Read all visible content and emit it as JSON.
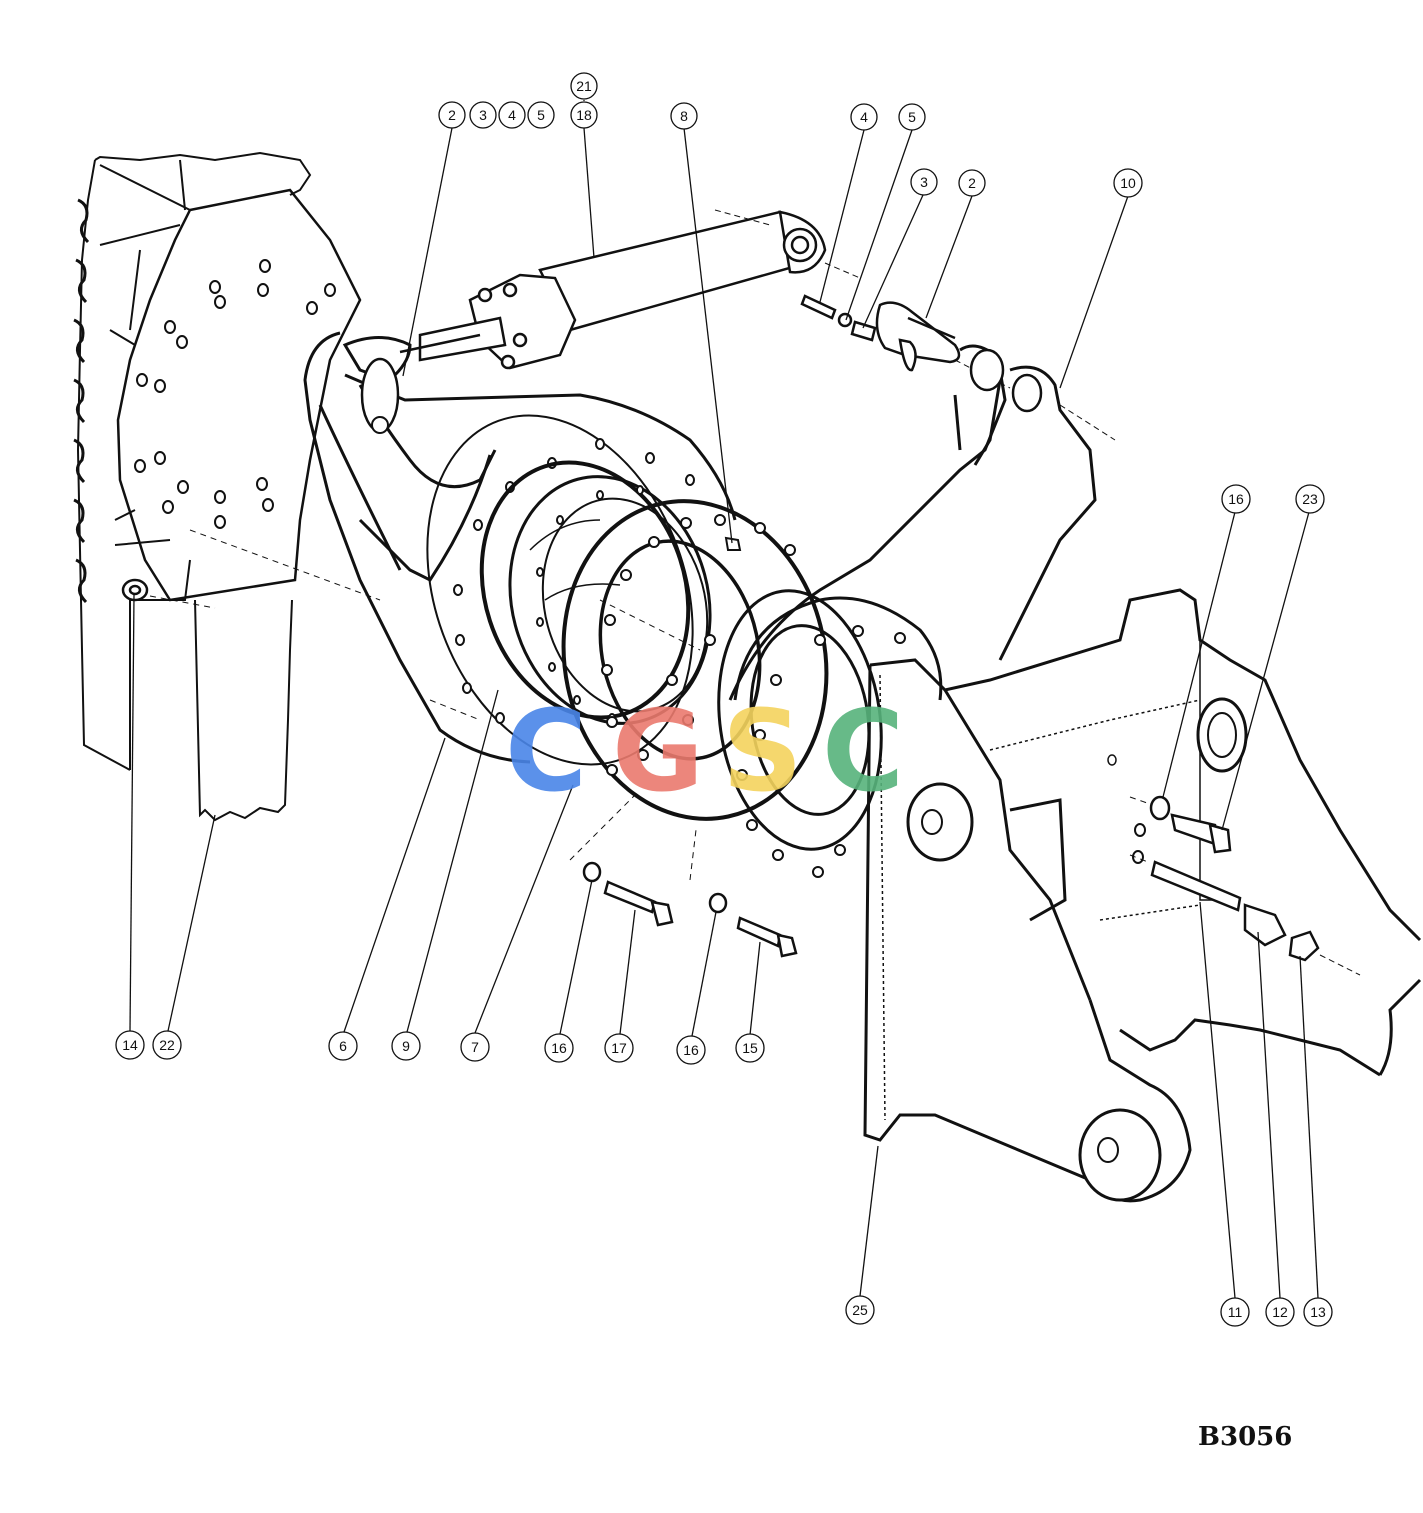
{
  "callouts": [
    {
      "id": "c-21",
      "label": "21"
    },
    {
      "id": "c-18",
      "label": "18"
    },
    {
      "id": "c-2a",
      "label": "2"
    },
    {
      "id": "c-3a",
      "label": "3"
    },
    {
      "id": "c-4a",
      "label": "4"
    },
    {
      "id": "c-5a",
      "label": "5"
    },
    {
      "id": "c-8",
      "label": "8"
    },
    {
      "id": "c-4b",
      "label": "4"
    },
    {
      "id": "c-5b",
      "label": "5"
    },
    {
      "id": "c-3b",
      "label": "3"
    },
    {
      "id": "c-2b",
      "label": "2"
    },
    {
      "id": "c-10",
      "label": "10"
    },
    {
      "id": "c-16a",
      "label": "16"
    },
    {
      "id": "c-23",
      "label": "23"
    },
    {
      "id": "c-14",
      "label": "14"
    },
    {
      "id": "c-22",
      "label": "22"
    },
    {
      "id": "c-6",
      "label": "6"
    },
    {
      "id": "c-9",
      "label": "9"
    },
    {
      "id": "c-7",
      "label": "7"
    },
    {
      "id": "c-16b",
      "label": "16"
    },
    {
      "id": "c-17",
      "label": "17"
    },
    {
      "id": "c-16c",
      "label": "16"
    },
    {
      "id": "c-15",
      "label": "15"
    },
    {
      "id": "c-25",
      "label": "25"
    },
    {
      "id": "c-11",
      "label": "11"
    },
    {
      "id": "c-12",
      "label": "12"
    },
    {
      "id": "c-13",
      "label": "13"
    }
  ],
  "drawing_code": "B3056",
  "watermark": {
    "letters": [
      "C",
      "G",
      "S",
      "C"
    ],
    "colors": [
      "#4a86e8",
      "#ea7a6e",
      "#f4d35e",
      "#57b37c"
    ]
  }
}
